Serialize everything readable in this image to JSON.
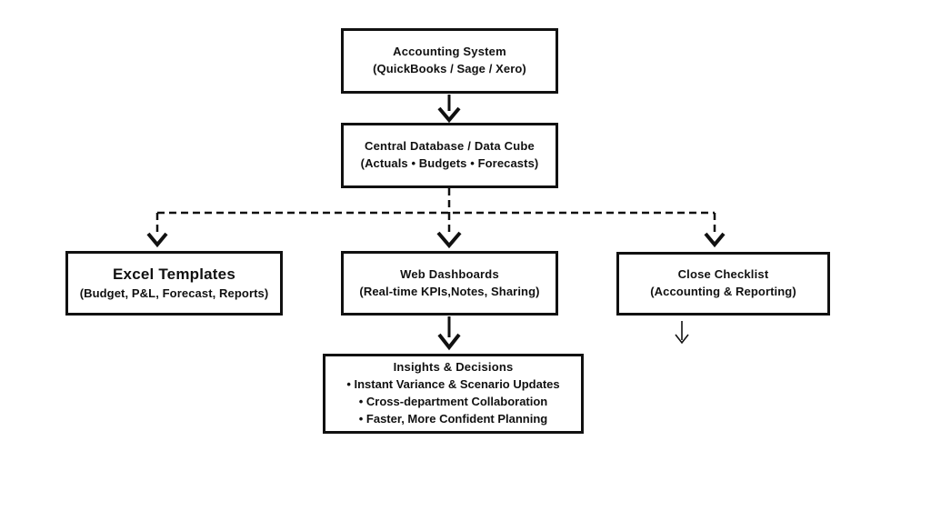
{
  "colors": {
    "background": "#ffffff",
    "box_border": "#111111",
    "text": "#111111",
    "line": "#111111"
  },
  "nodes": {
    "accounting": {
      "title": "Accounting System",
      "subtitle": "(QuickBooks / Sage / Xero)"
    },
    "database": {
      "title": "Central Database / Data Cube",
      "subtitle": "(Actuals • Budgets • Forecasts)"
    },
    "excel": {
      "title": "Excel Templates",
      "subtitle": "(Budget, P&L, Forecast, Reports)"
    },
    "web": {
      "title": "Web Dashboards",
      "subtitle": "(Real-time KPIs,Notes, Sharing)"
    },
    "close": {
      "title": "Close Checklist",
      "subtitle": "(Accounting & Reporting)"
    },
    "insights": {
      "title": "Insights & Decisions",
      "bullet1": "• Instant Variance & Scenario Updates",
      "bullet2": "• Cross-department Collaboration",
      "bullet3": "• Faster, More Confident Planning"
    }
  }
}
